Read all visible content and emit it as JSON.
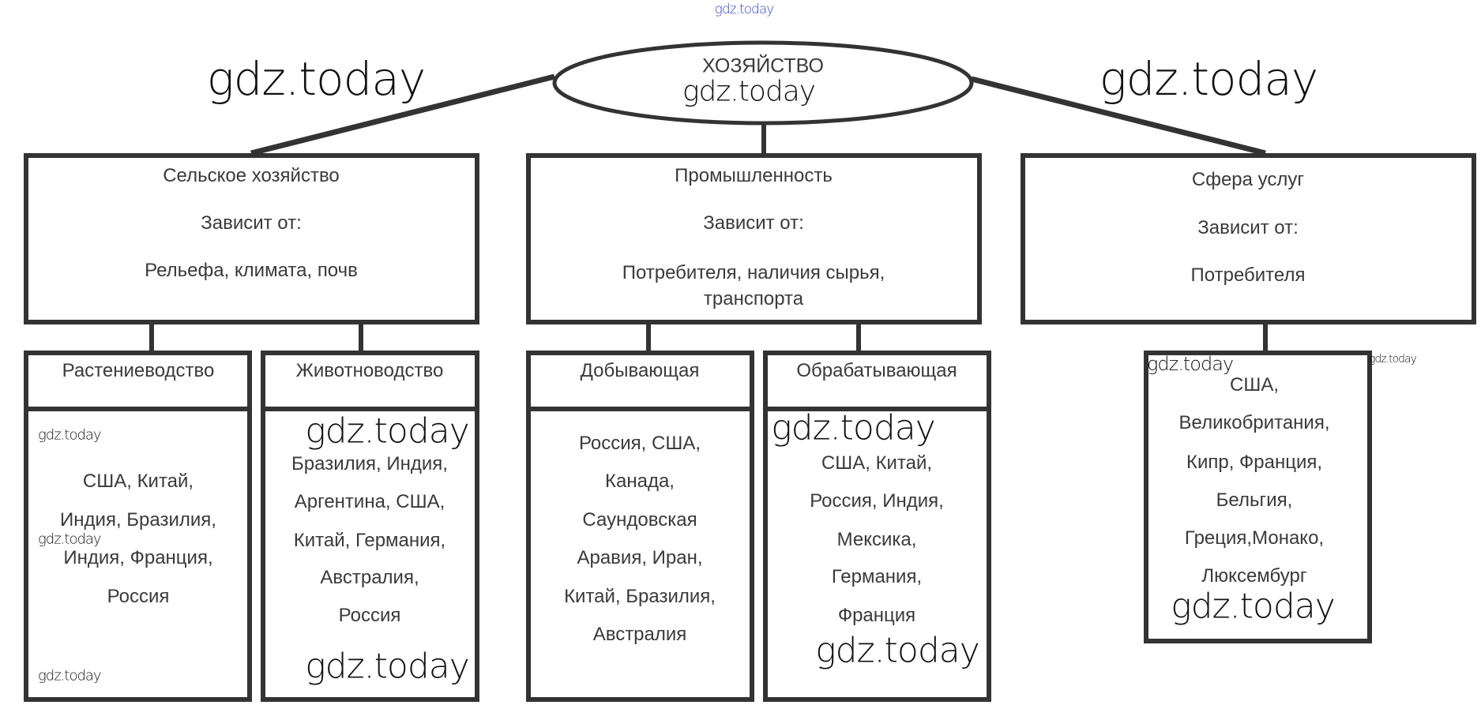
{
  "watermark": "gdz.today",
  "root": {
    "title": "ХОЗЯЙСТВО"
  },
  "sectors": [
    {
      "title": "Сельское хозяйство",
      "depends_label": "Зависит от:",
      "depends": [
        "Рельефа, климата, почв"
      ]
    },
    {
      "title": "Промышленность",
      "depends_label": "Зависит от:",
      "depends": [
        "Потребителя, наличия сырья,",
        "транспорта"
      ]
    },
    {
      "title": "Сфера услуг",
      "depends_label": "Зависит от:",
      "depends": [
        "Потребителя"
      ]
    }
  ],
  "branches": [
    {
      "title": "Растениеводство",
      "countries": [
        "США, Китай,",
        "Индия, Бразилия,",
        "Индия, Франция,",
        "Россия"
      ]
    },
    {
      "title": "Животноводство",
      "countries": [
        "Бразилия, Индия,",
        "Аргентина, США,",
        "Китай, Германия,",
        "Австралия,",
        "Россия"
      ]
    },
    {
      "title": "Добывающая",
      "countries": [
        "Россия, США,",
        "Канада,",
        "Саундовская",
        "Аравия, Иран,",
        "Китай, Бразилия,",
        "Австралия"
      ]
    },
    {
      "title": "Обрабатывающая",
      "countries": [
        "США, Китай,",
        "Россия, Индия,",
        "Мексика,",
        "Германия,",
        "Франция"
      ]
    }
  ],
  "services_countries": [
    "США,",
    "Великобритания,",
    "Кипр, Франция,",
    "Бельгия,",
    "Греция,Монако,",
    "Люксембург"
  ],
  "colors": {
    "line": "#333333",
    "watermark_top": "#3344cc"
  }
}
